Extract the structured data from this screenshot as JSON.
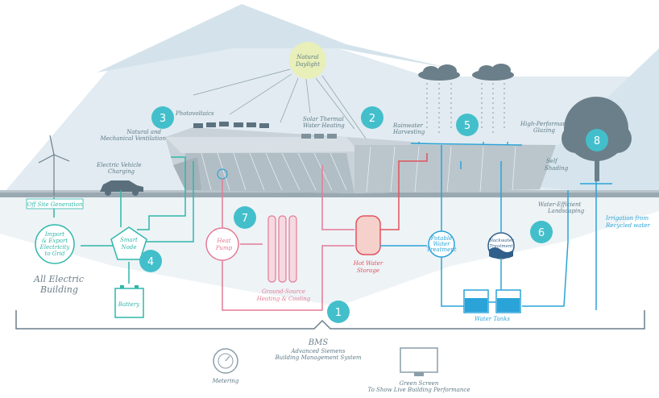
{
  "colors": {
    "sky": "#dde9ef",
    "building": "#c8d2d8",
    "building_dark": "#aebbc2",
    "teal": "#2fb7aa",
    "badge": "#43bfcb",
    "pink": "#e47b96",
    "red": "#e2525d",
    "blue": "#2aa3d8",
    "sun": "#e8efb8",
    "text": "#5f7a86"
  },
  "labels": {
    "natural_daylight_1": "Natural",
    "natural_daylight_2": "Daylight",
    "photovoltaics": "Photovoltaics",
    "natural_ventilation_1": "Natural and",
    "natural_ventilation_2": "Mechanical Ventilation",
    "solar_thermal_1": "Solar Thermal",
    "solar_thermal_2": "Water Heating",
    "rainwater_1": "Rainwater",
    "rainwater_2": "Harvesting",
    "glazing_1": "High-Performance",
    "glazing_2": "Glazing",
    "self_shading_1": "Self",
    "self_shading_2": "Shading",
    "ev_1": "Electric Vehicle",
    "ev_2": "Charging",
    "off_site": "Off Site Generation",
    "import_1": "Import",
    "import_2": "& Export",
    "import_3": "Electricity",
    "import_4": "to Grid",
    "smart_1": "Smart",
    "smart_2": "Node",
    "battery": "Battery",
    "all_electric_1": "All Electric",
    "all_electric_2": "Building",
    "heat_pump_1": "Heat",
    "heat_pump_2": "Pump",
    "ground_source_1": "Ground-Source",
    "ground_source_2": "Heating & Cooling",
    "hot_water_1": "Hot Water",
    "hot_water_2": "Storage",
    "potable_1": "Potable",
    "potable_2": "Water",
    "potable_3": "Treatment",
    "blackwater_1": "Blackwater",
    "blackwater_2": "Treatment",
    "water_tanks": "Water Tanks",
    "landscaping_1": "Water-Efficient",
    "landscaping_2": "Landscaping",
    "irrigation_1": "Irrigation from",
    "irrigation_2": "Recycled water",
    "bms": "BMS",
    "bms_sub_1": "Advanced Siemens",
    "bms_sub_2": "Building Management System",
    "metering": "Metering",
    "green_screen_1": "Green Screen",
    "green_screen_2": "To Show Live Building Performance"
  },
  "badges": [
    "1",
    "2",
    "3",
    "4",
    "5",
    "6",
    "7",
    "8"
  ]
}
